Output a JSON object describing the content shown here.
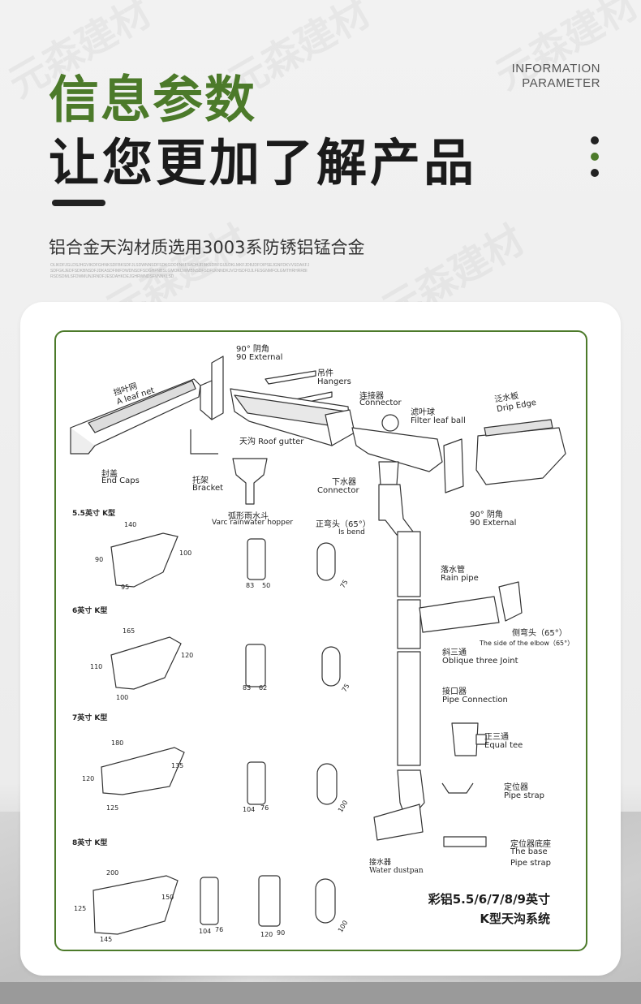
{
  "header": {
    "title_line1": "信息参数",
    "title_line2": "让您更加了解产品",
    "info_line1": "INFORMATION",
    "info_line2": "PARAMETER",
    "subtitle": "铝合金天沟材质选用3003系防锈铝锰合金",
    "fine_print": "OLIKDFJGLDSJHGVIKDFGHNKSDFBKSDFJLSDWNNSDFSDKGDDFNKFSADHJRBKSDBFGIJLDKLMKFJDBJDFOIPSEJGNFDKVVSDAKFJSDFGKJEDFSDKBNSDFJDKASDFIMFDWDNSDFSDGHFNBSLGMOKIJWMBNSDFSDFLKNNDKJVCHSDFDJLFESGNMFOLGMTHRHRRBIRSDSDMLSFDWMUNJRNDFJESDAHKDEJGHRWNDSFVNNKLSD",
    "accent_colors": [
      "#4c7a2a",
      "#222222"
    ]
  },
  "watermark": "元森建材",
  "diagram": {
    "labels": {
      "external90_cn": "90° 阴角",
      "external90_en": "90 External",
      "hangers_cn": "吊件",
      "hangers_en": "Hangers",
      "connector_cn": "连接器",
      "connector_en": "Connector",
      "filter_cn": "滤叶球",
      "filter_en": "Filter leaf ball",
      "drip_cn": "泛水板",
      "drip_en": "Drip Edge",
      "leafnet_cn": "挡叶网",
      "leafnet_en": "A leaf net",
      "roofgutter": "天沟 Roof gutter",
      "endcaps_cn": "封盖",
      "endcaps_en": "End Caps",
      "bracket_cn": "托架",
      "bracket_en": "Bracket",
      "hopper_cn": "弧形雨水斗",
      "hopper_en": "Varc rainwater hopper",
      "downconnector_cn": "下水器",
      "downconnector_en": "Connector",
      "bend_cn": "正弯头（65°）",
      "bend_en": "Is bend",
      "external90b_cn": "90° 阴角",
      "external90b_en": "90 External",
      "rainpipe_cn": "落水管",
      "rainpipe_en": "Rain pipe",
      "sideelbow_cn": "侧弯头（65°）",
      "sideelbow_en": "The side of the elbow（65°）",
      "oblique_cn": "斜三通",
      "oblique_en": "Oblique three Joint",
      "pipeconn_cn": "接口器",
      "pipeconn_en": "Pipe Connection",
      "equaltee_cn": "正三通",
      "equaltee_en": "Equal tee",
      "strap_cn": "定位器",
      "strap_en": "Pipe strap",
      "base_cn": "定位器底座",
      "base_en1": "The base",
      "base_en2": "Pipe strap",
      "dustpan_cn": "接水器",
      "dustpan_en": "Water dustpan"
    },
    "sizes": [
      {
        "name": "5.5英寸   K型",
        "w": "140",
        "h": "90",
        "d": "100",
        "b": "95",
        "p1": "83",
        "p2": "50",
        "r": "75"
      },
      {
        "name": "6英寸   K型",
        "w": "165",
        "h": "110",
        "d": "120",
        "b": "100",
        "p1": "83",
        "p2": "62",
        "r": "75"
      },
      {
        "name": "7英寸   K型",
        "w": "180",
        "h": "120",
        "d": "135",
        "b": "125",
        "p1": "104",
        "p2": "76",
        "r": "100"
      },
      {
        "name": "8英寸   K型",
        "w": "200",
        "h": "125",
        "d": "150",
        "b": "145",
        "p1": "104",
        "p2": "76",
        "p3": "120",
        "p4": "90",
        "r": "100"
      }
    ],
    "system_line1": "彩铝5.5/6/7/8/9英寸",
    "system_line2": "K型天沟系统"
  }
}
